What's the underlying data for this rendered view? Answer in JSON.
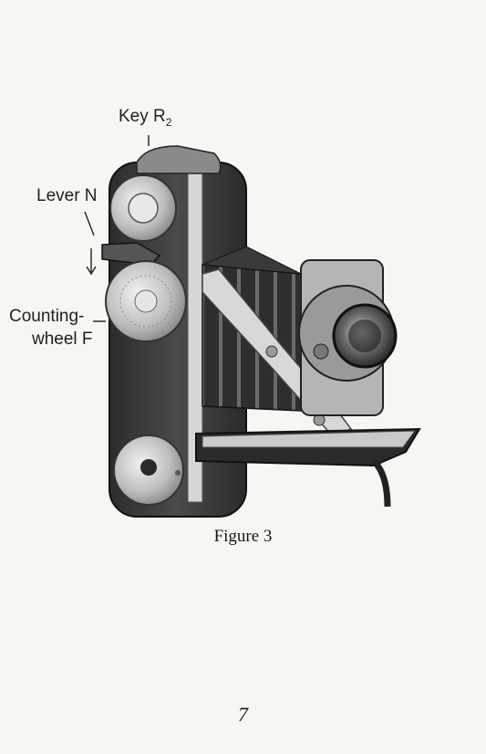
{
  "figure": {
    "labels": {
      "key": "Key R",
      "key_subscript": "2",
      "lever": "Lever N",
      "counting_line1": "Counting-",
      "counting_line2": "wheel F"
    },
    "caption": "Figure 3"
  },
  "page_number": "7",
  "colors": {
    "paper": "#f7f6f3",
    "ink": "#1c1c1c",
    "body_dark": "#3a3a3a",
    "chrome": "#cfcfcf"
  }
}
